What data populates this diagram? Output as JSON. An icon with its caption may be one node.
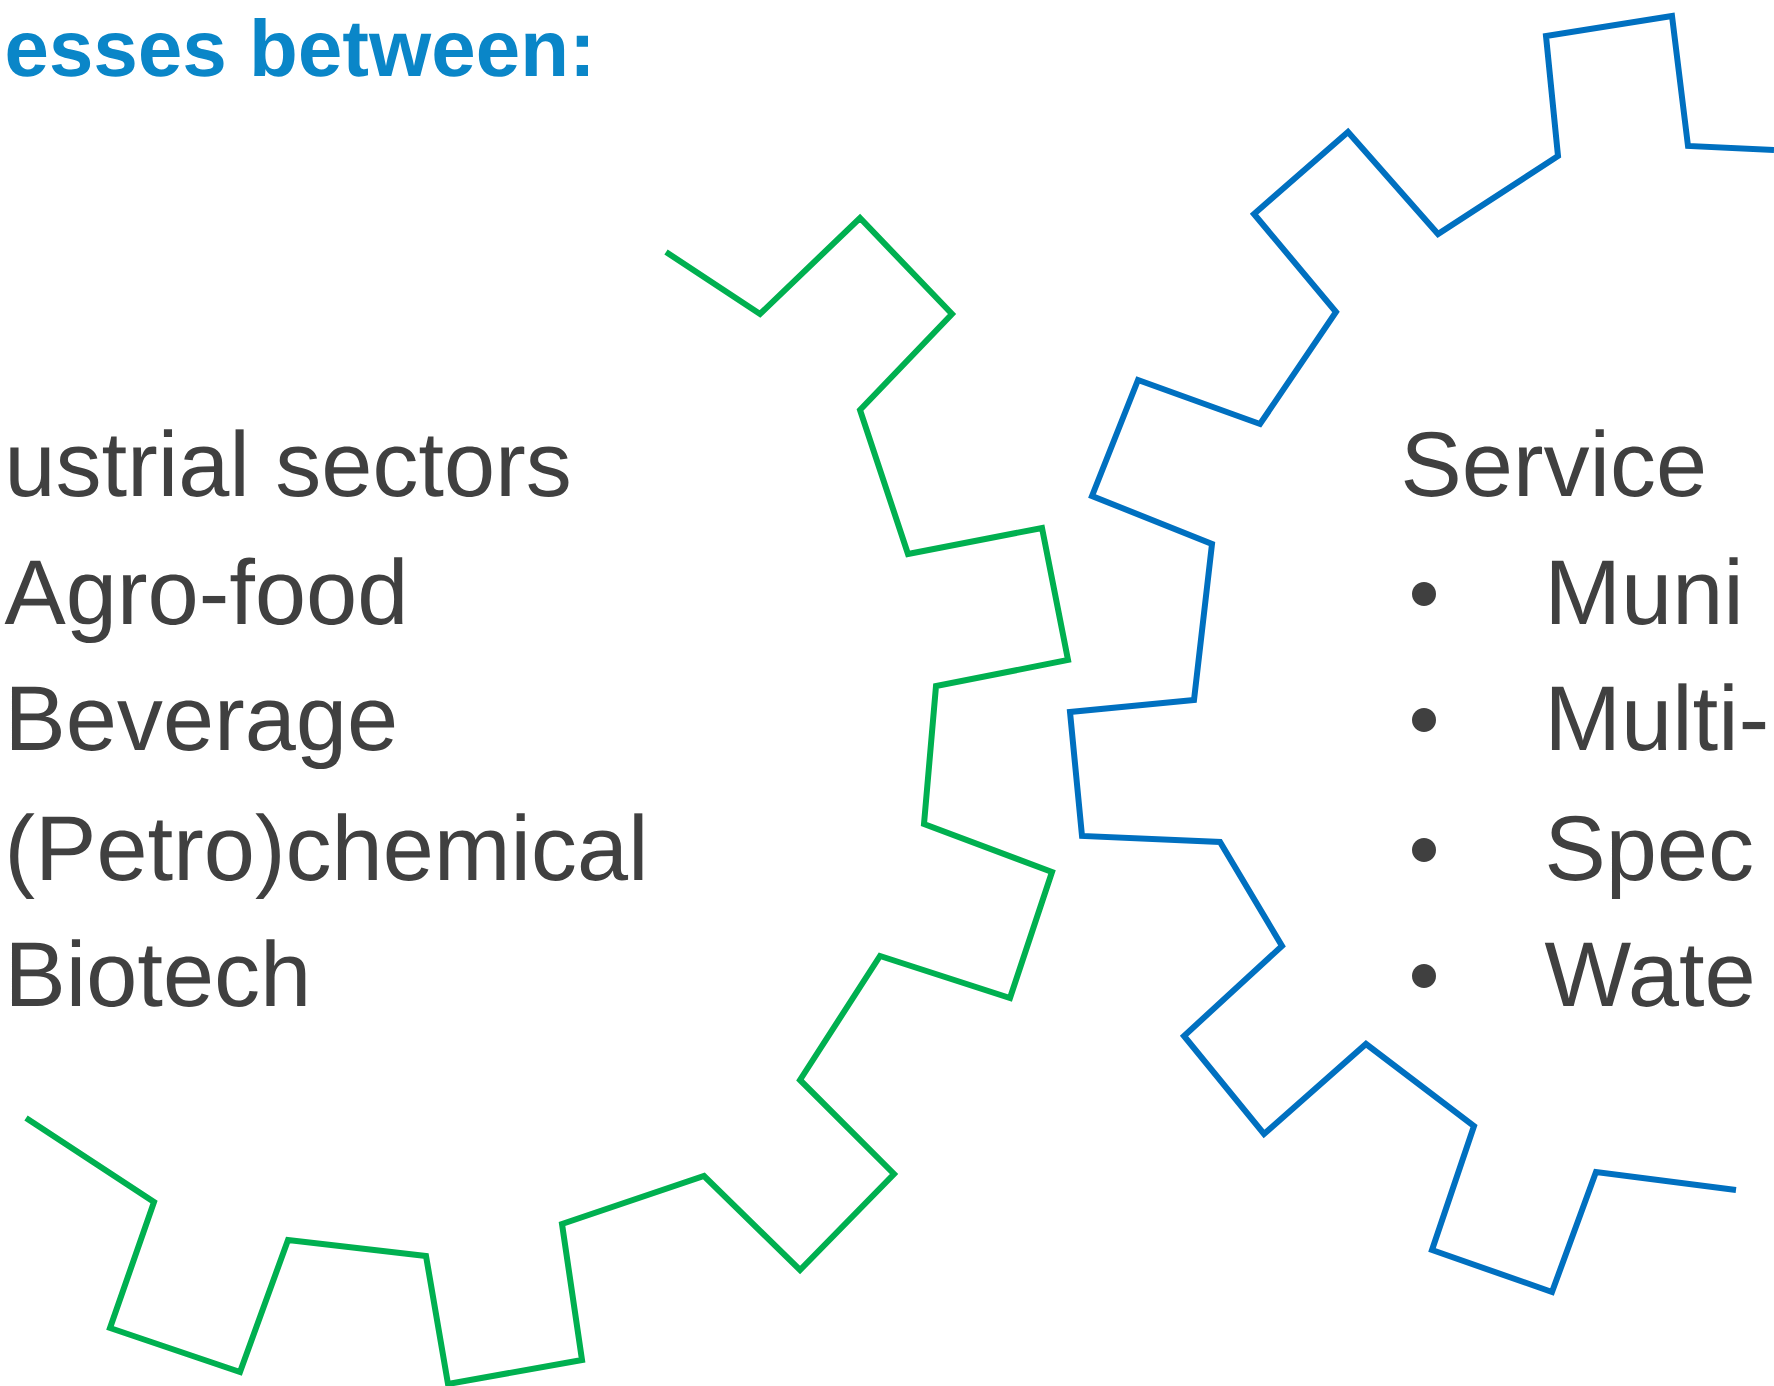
{
  "diagram": {
    "title": "esses between:",
    "nodes": [
      {
        "text": [
          "ustrial sectors",
          "Agro-food",
          "Beverage",
          "(Petro)chemical",
          "Biotech"
        ]
      },
      {
        "text": [
          "Service",
          "Muni",
          "Multi-",
          "Spec",
          "Wate"
        ]
      }
    ]
  }
}
